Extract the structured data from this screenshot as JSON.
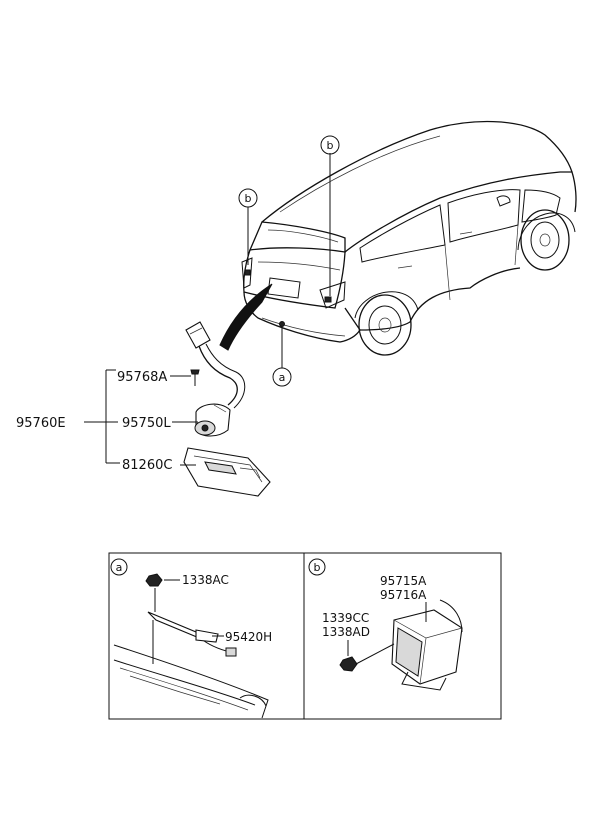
{
  "callouts": {
    "b": "b",
    "a": "a"
  },
  "labels": {
    "assembly": "95760E",
    "screw": "95768A",
    "camera": "95750L",
    "garnish": "81260C"
  },
  "detail_a": {
    "tag": "a",
    "nut": "1338AC",
    "harness": "95420H"
  },
  "detail_b": {
    "tag": "b",
    "unit_1": "95715A",
    "unit_2": "95716A",
    "bolt_1": "1339CC",
    "bolt_2": "1338AD"
  }
}
